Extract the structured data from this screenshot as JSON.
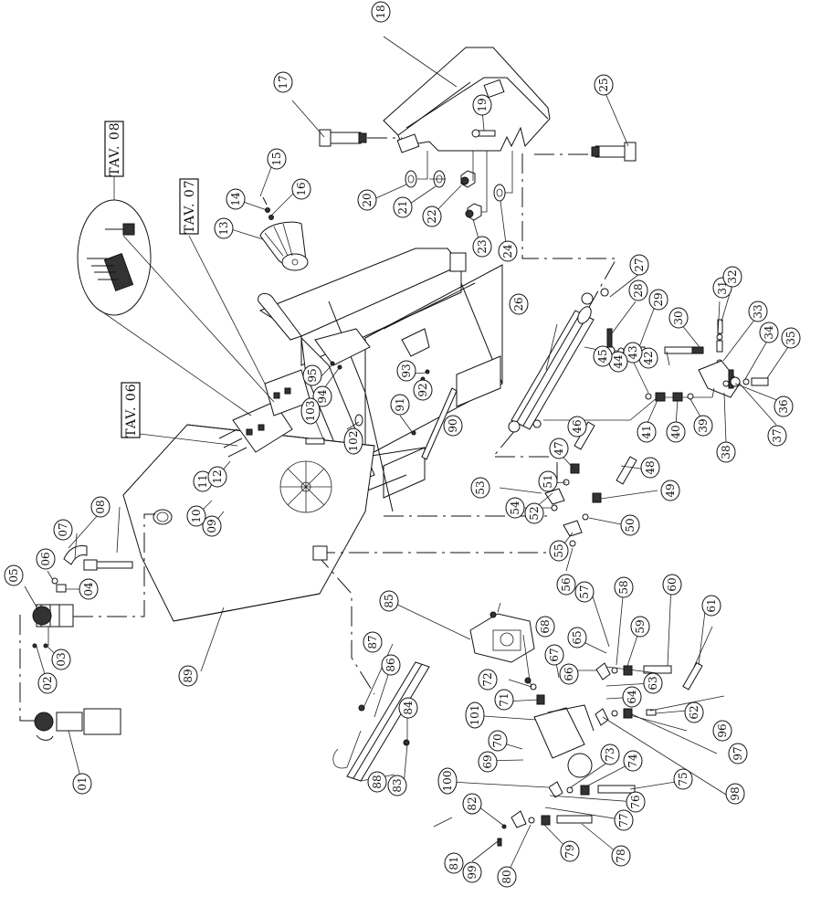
{
  "drawing": {
    "title": "Exploded parts diagram",
    "sheet_references": [
      {
        "id": "tav08",
        "label": "TAV. 08"
      },
      {
        "id": "tav07",
        "label": "TAV. 07"
      },
      {
        "id": "tav06",
        "label": "TAV. 06"
      }
    ],
    "balloons": [
      {
        "id": "b01",
        "label": "01"
      },
      {
        "id": "b02",
        "label": "02"
      },
      {
        "id": "b03",
        "label": "03"
      },
      {
        "id": "b04",
        "label": "04"
      },
      {
        "id": "b05",
        "label": "05"
      },
      {
        "id": "b06",
        "label": "06"
      },
      {
        "id": "b07",
        "label": "07"
      },
      {
        "id": "b08",
        "label": "08"
      },
      {
        "id": "b09",
        "label": "09"
      },
      {
        "id": "b10",
        "label": "10"
      },
      {
        "id": "b11",
        "label": "11"
      },
      {
        "id": "b12",
        "label": "12"
      },
      {
        "id": "b13",
        "label": "13"
      },
      {
        "id": "b14",
        "label": "14"
      },
      {
        "id": "b15",
        "label": "15"
      },
      {
        "id": "b16",
        "label": "16"
      },
      {
        "id": "b17",
        "label": "17"
      },
      {
        "id": "b18",
        "label": "18"
      },
      {
        "id": "b19",
        "label": "19"
      },
      {
        "id": "b20",
        "label": "20"
      },
      {
        "id": "b21",
        "label": "21"
      },
      {
        "id": "b22",
        "label": "22"
      },
      {
        "id": "b23",
        "label": "23"
      },
      {
        "id": "b24",
        "label": "24"
      },
      {
        "id": "b25",
        "label": "25"
      },
      {
        "id": "b26",
        "label": "26"
      },
      {
        "id": "b27",
        "label": "27"
      },
      {
        "id": "b28",
        "label": "28"
      },
      {
        "id": "b29",
        "label": "29"
      },
      {
        "id": "b30",
        "label": "30"
      },
      {
        "id": "b31",
        "label": "31"
      },
      {
        "id": "b32",
        "label": "32"
      },
      {
        "id": "b33",
        "label": "33"
      },
      {
        "id": "b34",
        "label": "34"
      },
      {
        "id": "b35",
        "label": "35"
      },
      {
        "id": "b36",
        "label": "36"
      },
      {
        "id": "b37",
        "label": "37"
      },
      {
        "id": "b38",
        "label": "38"
      },
      {
        "id": "b39",
        "label": "39"
      },
      {
        "id": "b40",
        "label": "40"
      },
      {
        "id": "b41",
        "label": "41"
      },
      {
        "id": "b42",
        "label": "42"
      },
      {
        "id": "b43",
        "label": "43"
      },
      {
        "id": "b44",
        "label": "44"
      },
      {
        "id": "b45",
        "label": "45"
      },
      {
        "id": "b46",
        "label": "46"
      },
      {
        "id": "b47",
        "label": "47"
      },
      {
        "id": "b48",
        "label": "48"
      },
      {
        "id": "b49",
        "label": "49"
      },
      {
        "id": "b50",
        "label": "50"
      },
      {
        "id": "b51",
        "label": "51"
      },
      {
        "id": "b52",
        "label": "52"
      },
      {
        "id": "b53",
        "label": "53"
      },
      {
        "id": "b54",
        "label": "54"
      },
      {
        "id": "b55",
        "label": "55"
      },
      {
        "id": "b56",
        "label": "56"
      },
      {
        "id": "b57",
        "label": "57"
      },
      {
        "id": "b58",
        "label": "58"
      },
      {
        "id": "b59",
        "label": "59"
      },
      {
        "id": "b60",
        "label": "60"
      },
      {
        "id": "b61",
        "label": "61"
      },
      {
        "id": "b62",
        "label": "62"
      },
      {
        "id": "b63",
        "label": "63"
      },
      {
        "id": "b64",
        "label": "64"
      },
      {
        "id": "b65",
        "label": "65"
      },
      {
        "id": "b66",
        "label": "66"
      },
      {
        "id": "b67",
        "label": "67"
      },
      {
        "id": "b68",
        "label": "68"
      },
      {
        "id": "b69",
        "label": "69"
      },
      {
        "id": "b70",
        "label": "70"
      },
      {
        "id": "b71",
        "label": "71"
      },
      {
        "id": "b72",
        "label": "72"
      },
      {
        "id": "b73",
        "label": "73"
      },
      {
        "id": "b74",
        "label": "74"
      },
      {
        "id": "b75",
        "label": "75"
      },
      {
        "id": "b76",
        "label": "76"
      },
      {
        "id": "b77",
        "label": "77"
      },
      {
        "id": "b78",
        "label": "78"
      },
      {
        "id": "b79",
        "label": "79"
      },
      {
        "id": "b80",
        "label": "80"
      },
      {
        "id": "b81",
        "label": "81"
      },
      {
        "id": "b82",
        "label": "82"
      },
      {
        "id": "b83",
        "label": "83"
      },
      {
        "id": "b84",
        "label": "84"
      },
      {
        "id": "b85",
        "label": "85"
      },
      {
        "id": "b86",
        "label": "86"
      },
      {
        "id": "b87",
        "label": "87"
      },
      {
        "id": "b88",
        "label": "88"
      },
      {
        "id": "b89",
        "label": "89"
      },
      {
        "id": "b90",
        "label": "90"
      },
      {
        "id": "b91",
        "label": "91"
      },
      {
        "id": "b92",
        "label": "92"
      },
      {
        "id": "b93",
        "label": "93"
      },
      {
        "id": "b94",
        "label": "94"
      },
      {
        "id": "b95",
        "label": "95"
      },
      {
        "id": "b96",
        "label": "96"
      },
      {
        "id": "b97",
        "label": "97"
      },
      {
        "id": "b98",
        "label": "98"
      },
      {
        "id": "b99",
        "label": "99"
      },
      {
        "id": "b100",
        "label": "100"
      },
      {
        "id": "b101",
        "label": "101"
      },
      {
        "id": "b102",
        "label": "102"
      },
      {
        "id": "b103",
        "label": "103"
      }
    ]
  }
}
